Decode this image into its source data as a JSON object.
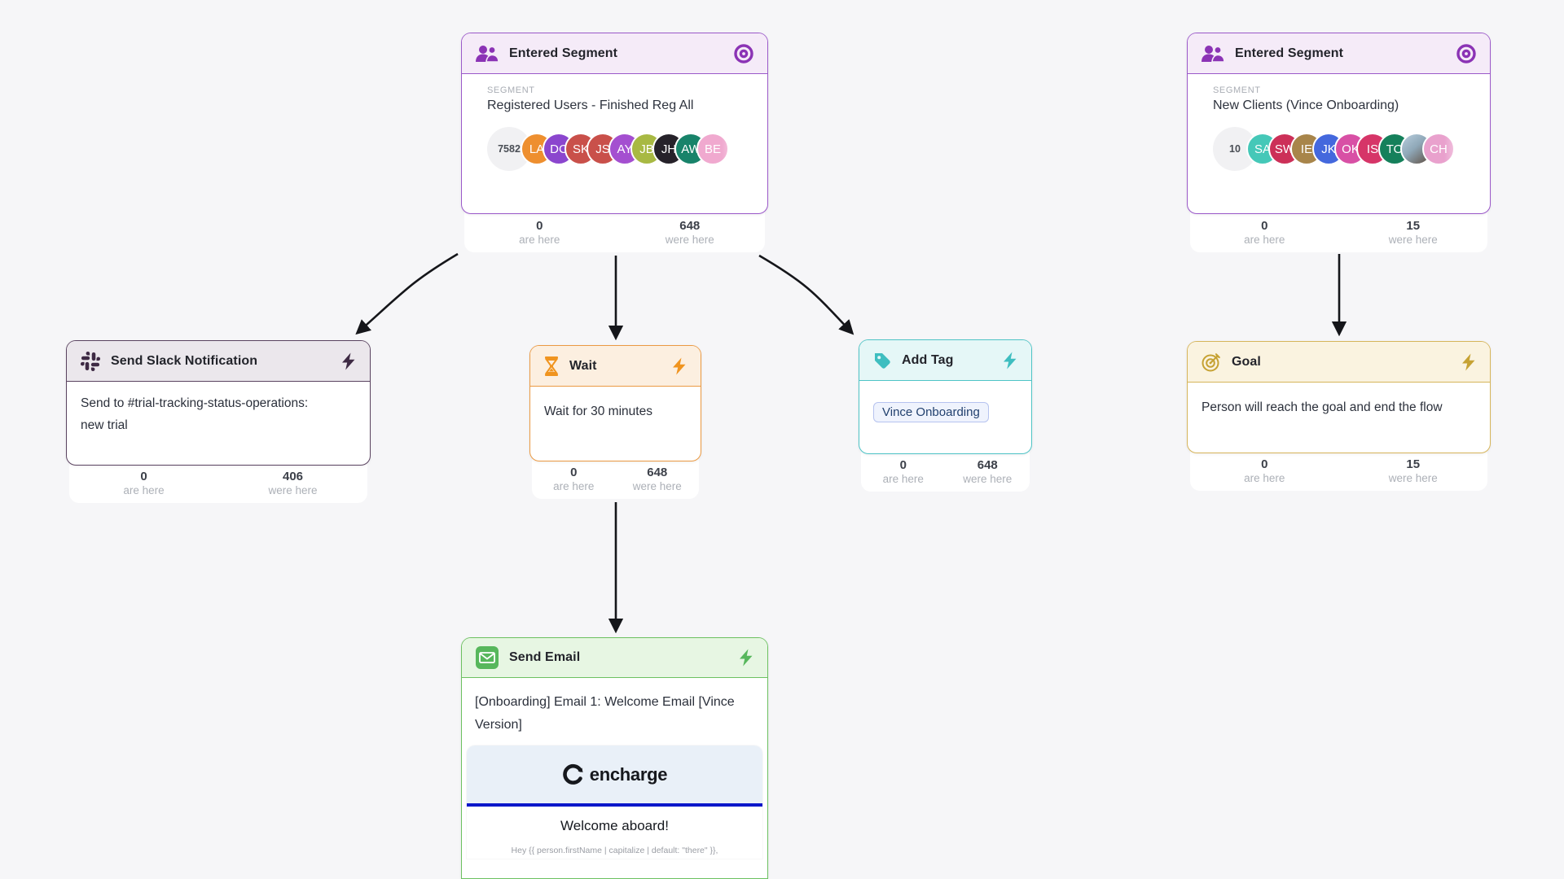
{
  "labels": {
    "are_here": "are here",
    "were_here": "were here",
    "segment_kicker": "SEGMENT"
  },
  "colors": {
    "canvas": "#F6F6F8",
    "segment_accent": "#9B59C9",
    "segment_header": "#F5EBF8",
    "segment_icon": "#8B33B5",
    "slack_accent": "#5A4360",
    "slack_header": "#EBE7EC",
    "slack_icon": "#3E2A44",
    "wait_accent": "#EB9A43",
    "wait_header": "#FCEFE0",
    "wait_icon": "#F0941F",
    "tag_accent": "#4FC4C6",
    "tag_header": "#E5F7F7",
    "tag_icon": "#3EBEC0",
    "goal_accent": "#D6B55B",
    "goal_header": "#FAF3E0",
    "goal_icon": "#C6A233",
    "email_accent": "#6CC160",
    "email_header": "#E7F6E3",
    "email_icon": "#57B75C",
    "email_band": "#E9F0F8",
    "email_rule": "#0B17CA",
    "arrow": "#15161A"
  },
  "nodes": {
    "segment1": {
      "title": "Entered Segment",
      "segment_name": "Registered Users - Finished Reg All",
      "stats": {
        "here": "0",
        "were": "648"
      },
      "avatars": [
        {
          "type": "count",
          "text": "7582"
        },
        {
          "text": "LA",
          "color": "#EE8F2F"
        },
        {
          "text": "DC",
          "color": "#8B46CE"
        },
        {
          "text": "SK",
          "color": "#C9504A"
        },
        {
          "text": "JS",
          "color": "#C9504A"
        },
        {
          "text": "AY",
          "color": "#A44FD0"
        },
        {
          "text": "JB",
          "color": "#A8B943"
        },
        {
          "text": "JH",
          "color": "#26222A"
        },
        {
          "text": "AW",
          "color": "#18836A"
        },
        {
          "text": "BE",
          "color": "#F0A9CF"
        }
      ]
    },
    "segment2": {
      "title": "Entered Segment",
      "segment_name": "New Clients (Vince Onboarding)",
      "stats": {
        "here": "0",
        "were": "15"
      },
      "avatars": [
        {
          "type": "count",
          "text": "10"
        },
        {
          "text": "SA",
          "color": "#45C8B8"
        },
        {
          "text": "SW",
          "color": "#CC3058"
        },
        {
          "text": "IE",
          "color": "#A8854A"
        },
        {
          "text": "JK",
          "color": "#4468DD"
        },
        {
          "text": "OK",
          "color": "#D850A5"
        },
        {
          "text": "IS",
          "color": "#D63568"
        },
        {
          "text": "TO",
          "color": "#15805B"
        },
        {
          "type": "photo",
          "text": ""
        },
        {
          "text": "CH",
          "color": "#E9A1CD"
        }
      ]
    },
    "slack": {
      "title": "Send Slack Notification",
      "body": "Send to #trial-tracking-status-operations: new trial",
      "stats": {
        "here": "0",
        "were": "406"
      }
    },
    "wait": {
      "title": "Wait",
      "body": "Wait for 30 minutes",
      "stats": {
        "here": "0",
        "were": "648"
      }
    },
    "add_tag": {
      "title": "Add Tag",
      "tag": "Vince Onboarding",
      "stats": {
        "here": "0",
        "were": "648"
      }
    },
    "goal": {
      "title": "Goal",
      "body": "Person will reach the goal and end the flow",
      "stats": {
        "here": "0",
        "were": "15"
      }
    },
    "email": {
      "title": "Send Email",
      "subject": "[Onboarding] Email 1: Welcome Email [Vince Version]",
      "brand": "encharge",
      "heading": "Welcome aboard!",
      "fine_print": "Hey {{ person.firstName | capitalize | default: \"there\" }},"
    }
  }
}
